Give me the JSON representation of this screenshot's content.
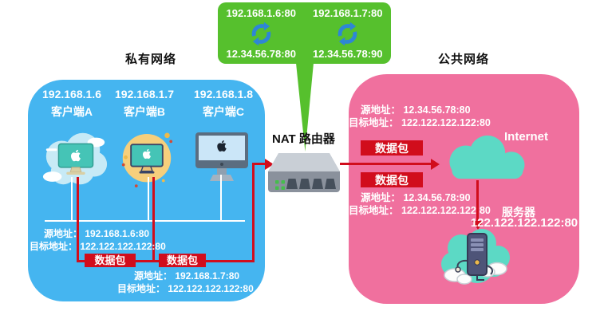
{
  "title_labels": {
    "private_network": "私有网络",
    "public_network": "公共网络",
    "nat_router": "NAT 路由器",
    "internet": "Internet",
    "server_name": "服务器",
    "server_address": "122.122.122.122:80",
    "packet": "数据包"
  },
  "nat_table": {
    "mappings": [
      {
        "private": "192.168.1.6:80",
        "public": "12.34.56.78:80"
      },
      {
        "private": "192.168.1.7:80",
        "public": "12.34.56.78:90"
      }
    ]
  },
  "clients": [
    {
      "ip": "192.168.1.6",
      "name": "客户端A"
    },
    {
      "ip": "192.168.1.7",
      "name": "客户端B"
    },
    {
      "ip": "192.168.1.8",
      "name": "客户端C"
    }
  ],
  "private_packets": [
    {
      "source": "源地址： 192.168.1.6:80",
      "destination": "目标地址： 122.122.122.122:80"
    },
    {
      "source": "源地址： 192.168.1.7:80",
      "destination": "目标地址： 122.122.122.122:80"
    }
  ],
  "public_packets": [
    {
      "source": "源地址： 12.34.56.78:80",
      "destination": "目标地址： 122.122.122.122:80"
    },
    {
      "source": "源地址： 12.34.56.78:90",
      "destination": "目标地址： 122.122.122.122:80"
    }
  ],
  "icons": {
    "sync": "circular-sync-arrows",
    "nat_router": "network-switch",
    "client_a": "desktop-with-cloud",
    "client_b": "desktop-in-circle",
    "client_c": "imac-desktop",
    "internet": "cloud",
    "server": "server-tower-with-cloud"
  },
  "colors": {
    "private_box": "#45B5F0",
    "public_box": "#F0709E",
    "nat_table_box": "#56C02D",
    "packet_red": "#D10D1C",
    "cloud_teal": "#5CD9C5",
    "sync_blue": "#2E86D6"
  }
}
